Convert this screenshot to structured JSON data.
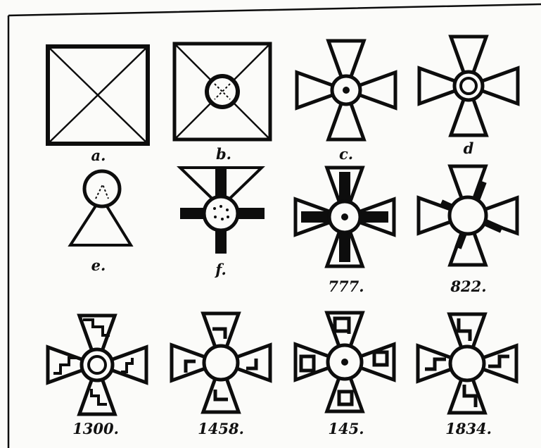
{
  "figures": [
    {
      "id": "a",
      "label": "a."
    },
    {
      "id": "b",
      "label": "b."
    },
    {
      "id": "c",
      "label": "c."
    },
    {
      "id": "d",
      "label": "d"
    },
    {
      "id": "e",
      "label": "e."
    },
    {
      "id": "f",
      "label": "f."
    },
    {
      "id": "777",
      "label": "777."
    },
    {
      "id": "822",
      "label": "822."
    },
    {
      "id": "1300",
      "label": "1300."
    },
    {
      "id": "1458",
      "label": "1458."
    },
    {
      "id": "145",
      "label": "145."
    },
    {
      "id": "1834",
      "label": "1834."
    }
  ],
  "colors": {
    "ink": "#0d0d0d",
    "paper": "#fbfbf9"
  }
}
